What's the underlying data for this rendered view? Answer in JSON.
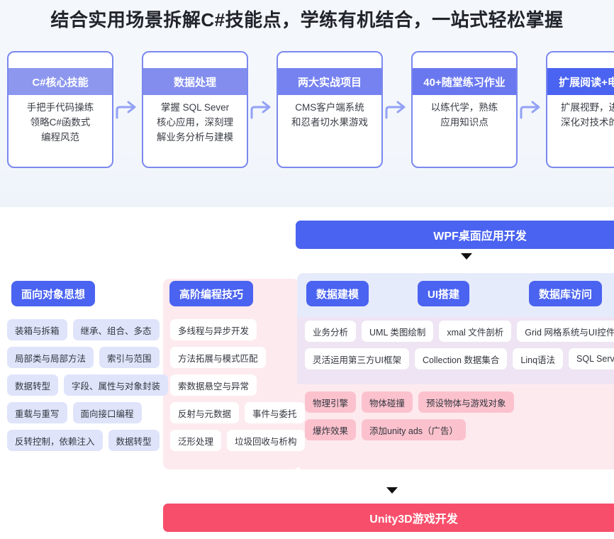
{
  "page_title": "结合实用场景拆解C#技能点，学练有机结合，一站式轻松掌握",
  "colors": {
    "hero_bg": "#f4f8fd",
    "card_border": "#7b88ee",
    "accent_blue": "#4a63f0",
    "accent_pink": "#f74f6b",
    "tag_blue": "#dfe4fb",
    "tag_pink": "#fbc2ce",
    "panel_pink": "#fdeaef",
    "panel_purple": "#eee4f3",
    "panel_blue": "#e6ebfb"
  },
  "flow_cards": [
    {
      "title": "C#核心技能",
      "head_color": "#8d97ee",
      "body": "手把手代码操练\n领略C#函数式\n编程风范"
    },
    {
      "title": "数据处理",
      "head_color": "#828dee",
      "body": "掌握 SQL Sever\n核心应用，深刻理\n解业务分析与建模"
    },
    {
      "title": "两大实战项目",
      "head_color": "#7682ef",
      "body": "CMS客户端系统\n和忍者切水果游戏"
    },
    {
      "title": "40+随堂练习作业",
      "head_color": "#6a78f0",
      "body": "以练代学，熟练\n应用知识点"
    },
    {
      "title": "扩展阅读+电子书",
      "head_color": "#4a63f0",
      "body": "扩展视野，进一步\n深化对技术的理解"
    }
  ],
  "flow_arrow_icon": "arrow-right-icon",
  "wpf_banner": {
    "label": "WPF桌面应用开发",
    "caret_icon": "caret-down-icon"
  },
  "unity_banner": {
    "label": "Unity3D游戏开发",
    "caret_icon": "caret-down-icon"
  },
  "columns": {
    "oop": {
      "header": "面向对象思想",
      "tag_rows": [
        [
          "装箱与拆箱",
          "继承、组合、多态"
        ],
        [
          "局部类与局部方法",
          "索引与范围"
        ],
        [
          "数据转型",
          "字段、属性与对象封装"
        ],
        [
          "重载与重写",
          "面向接口编程"
        ],
        [
          "反转控制，依赖注入",
          "数据转型"
        ]
      ]
    },
    "advanced": {
      "header": "高阶编程技巧",
      "tag_rows": [
        [
          "多线程与异步开发"
        ],
        [
          "方法拓展与模式匹配"
        ],
        [
          "索数据悬空与异常"
        ],
        [
          "反射与元数据",
          "事件与委托"
        ],
        [
          "泛形处理",
          "垃圾回收与析构"
        ]
      ]
    },
    "modeling": {
      "header": "数据建模"
    },
    "ui": {
      "header": "UI搭建"
    },
    "database": {
      "header": "数据库访问"
    },
    "right_tag_rows": [
      [
        "业务分析",
        "UML 类图绘制",
        "xmal 文件剖析",
        "Grid 网格系统与UI控件"
      ],
      [
        "灵活运用第三方UI框架",
        "Collection 数据集合",
        "Linq语法",
        "SQL Server"
      ]
    ],
    "game_tag_rows": [
      [
        "物理引擎",
        "物体碰撞",
        "预设物体与游戏对象"
      ],
      [
        "爆炸效果",
        "添加unity ads（广告）"
      ]
    ]
  }
}
